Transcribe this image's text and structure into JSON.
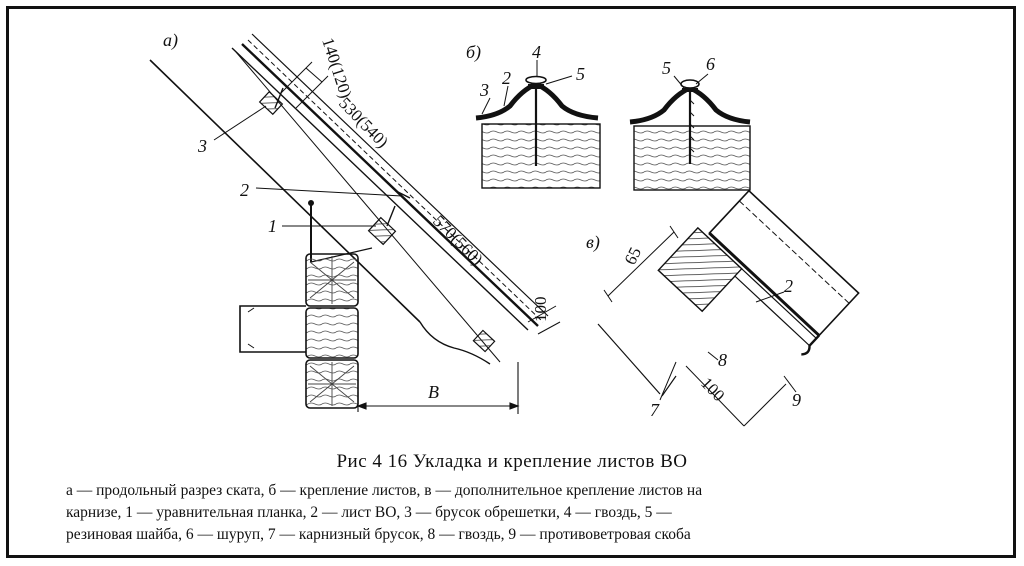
{
  "figure": {
    "panel_labels": {
      "a": "а)",
      "b": "б)",
      "c": "в)"
    },
    "panel_a": {
      "dims": {
        "top_offset": "140(120)",
        "span_1": "530(540)",
        "span_2": "570(560)",
        "eave": "100",
        "base": "B"
      },
      "callouts": {
        "n1": "1",
        "n2": "2",
        "n3": "3"
      }
    },
    "panel_b": {
      "left_callouts": {
        "n3": "3",
        "n2": "2",
        "n4": "4",
        "n5": "5"
      },
      "right_callouts": {
        "n5": "5",
        "n6": "6"
      }
    },
    "panel_c": {
      "dims": {
        "d65": "65",
        "d100": "100"
      },
      "callouts": {
        "n2": "2",
        "n7": "7",
        "n8": "8",
        "n9": "9"
      }
    }
  },
  "caption": {
    "title": "Рис  4 16  Укладка и крепление листов ВО",
    "line1": "а — продольный разрез ската, б — крепление листов, в — дополнительное крепление листов на",
    "line2": "карнизе, 1 — уравнительная планка, 2 — лист ВО, 3 — брусок обрешетки, 4 — гвоздь, 5 —",
    "line3": "резиновая шайба, 6 — шуруп, 7 — карнизный брусок, 8 — гвоздь, 9 — противоветровая скоба"
  }
}
